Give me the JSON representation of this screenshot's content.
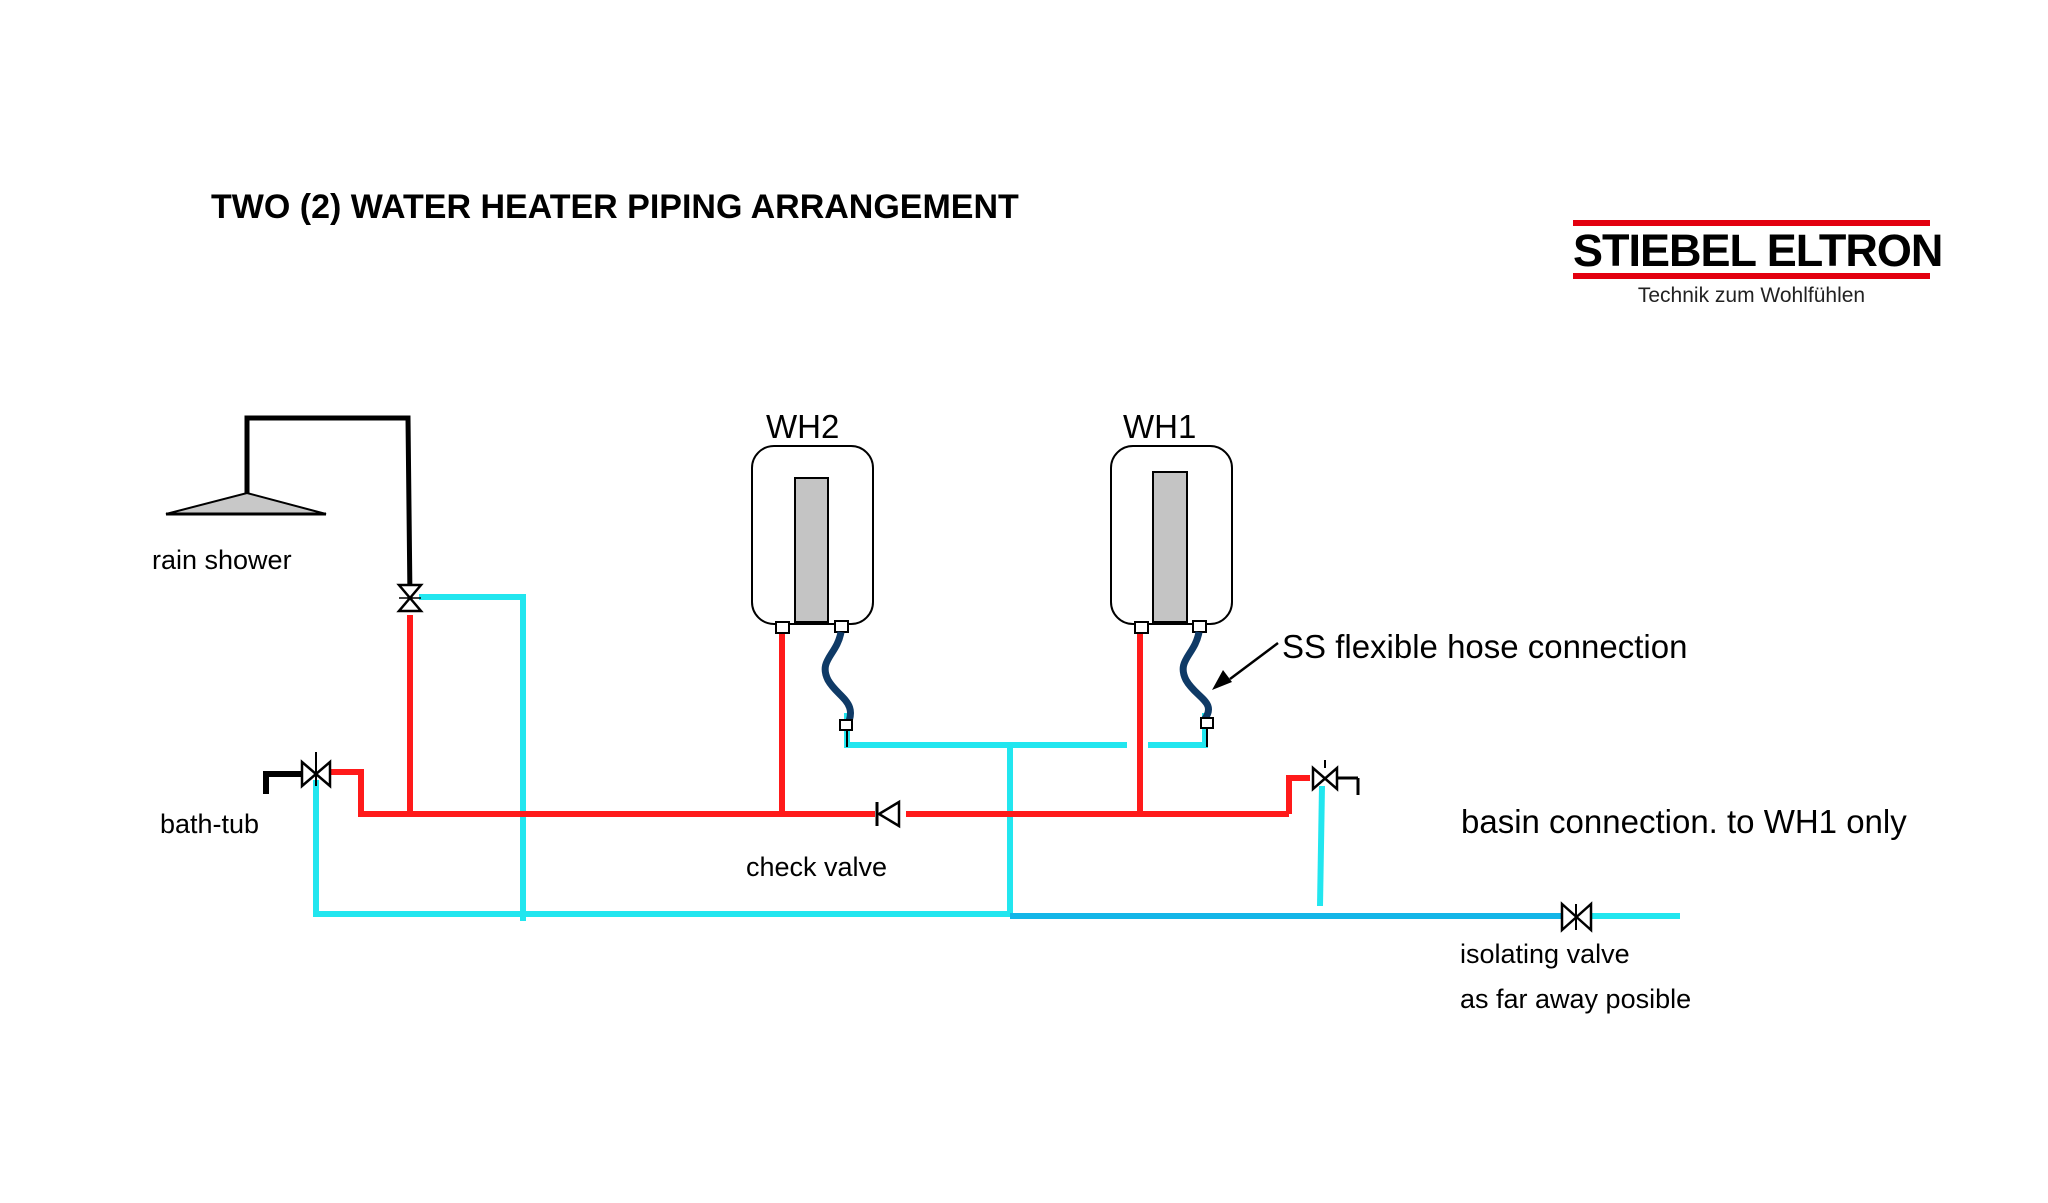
{
  "title": "TWO (2) WATER HEATER PIPING ARRANGEMENT",
  "logo": {
    "name": "STIEBEL ELTRON",
    "tagline": "Technik zum Wohlfühlen"
  },
  "heaters": [
    {
      "id": "WH2"
    },
    {
      "id": "WH1"
    }
  ],
  "labels": {
    "rain_shower": "rain shower",
    "bath_tub": "bath-tub",
    "check_valve": "check valve",
    "hose": "SS flexible hose connection",
    "basin": "basin connection. to WH1 only",
    "isolating_line1": "isolating valve",
    "isolating_line2": "as far away posible"
  },
  "colors": {
    "hot": "#ff1a1a",
    "cold": "#22e6ef",
    "cold_main": "#14b6e8",
    "hose": "#0f3a66",
    "logo_red": "#e3000f"
  }
}
